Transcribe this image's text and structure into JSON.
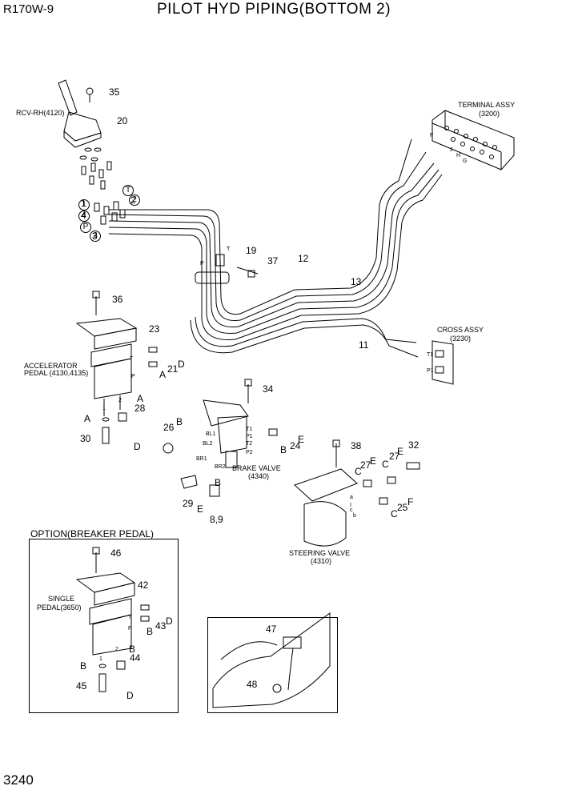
{
  "header": {
    "model": "R170W-9",
    "title": "PILOT HYD PIPING(BOTTOM 2)"
  },
  "footer": {
    "page_number": "3240"
  },
  "labels": {
    "rcv": "RCV-RH(4120)",
    "terminal_1": "TERMINAL ASSY",
    "terminal_2": "(3200)",
    "cross_1": "CROSS ASSY",
    "cross_2": "(3230)",
    "accel_1": "ACCELERATOR",
    "accel_2": "PEDAL (4130,4135)",
    "brake_1": "BRAKE VALVE",
    "brake_2": "(4340)",
    "steering_1": "STEERING VALVE",
    "steering_2": "(4310)",
    "option_title": "OPTION(BREAKER PEDAL)",
    "single_1": "SINGLE",
    "single_2": "PEDAL(3650)"
  },
  "callouts": [
    "35",
    "20",
    "2",
    "1",
    "4",
    "3",
    "19",
    "37",
    "12",
    "13",
    "11",
    "36",
    "23",
    "21",
    "A",
    "D",
    "A",
    "28",
    "A",
    "30",
    "D",
    "34",
    "26",
    "B",
    "E",
    "B",
    "24",
    "BL1",
    "BL2",
    "BR1",
    "BR2",
    "T1",
    "P1",
    "T2",
    "P2",
    "29",
    "E",
    "B",
    "8,9",
    "38",
    "27",
    "C",
    "E",
    "27",
    "C",
    "E",
    "32",
    "C",
    "25",
    "F",
    "46",
    "42",
    "43",
    "D",
    "B",
    "B",
    "44",
    "B",
    "45",
    "D",
    "47",
    "48",
    "F",
    "J",
    "H",
    "G",
    "T1",
    "P1",
    "T",
    "P",
    "1",
    "2",
    "T",
    "P",
    "1",
    "2",
    "T",
    "P",
    "I",
    "b",
    "a",
    "c"
  ],
  "circled": [
    "1",
    "4",
    "P",
    "3",
    "T",
    "2"
  ]
}
